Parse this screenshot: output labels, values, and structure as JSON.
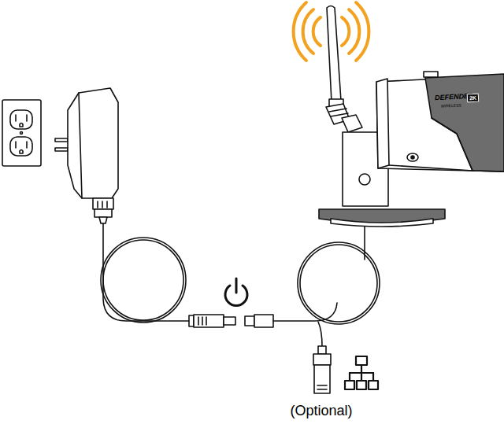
{
  "diagram": {
    "labels": [
      "DEFENDER",
      "WIRELESS",
      "2K",
      "(Optional)"
    ]
  }
}
